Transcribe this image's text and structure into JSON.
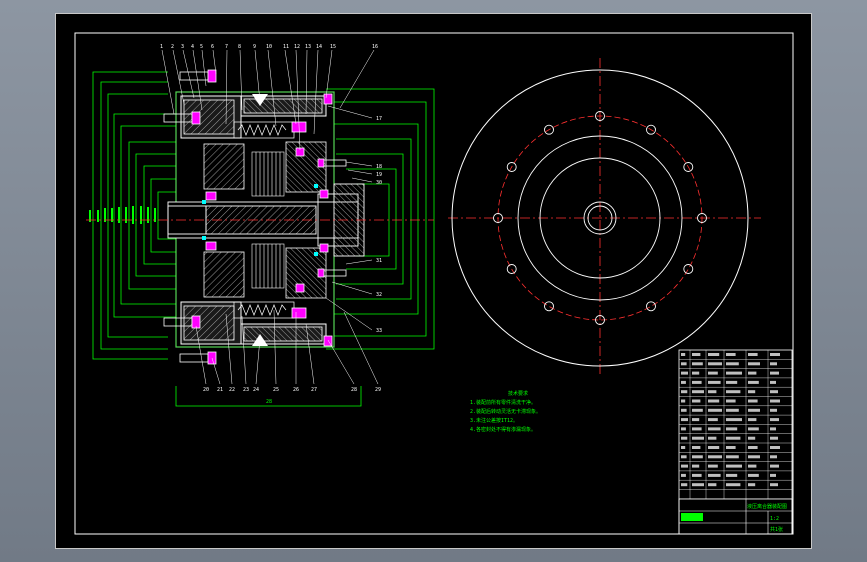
{
  "leader_labels_top": [
    "1",
    "2",
    "3",
    "4",
    "5",
    "6",
    "7",
    "8",
    "9",
    "10",
    "11",
    "12",
    "13",
    "14",
    "15",
    "16"
  ],
  "leader_labels_bottom": [
    "20",
    "21",
    "22",
    "23",
    "24",
    "25",
    "26",
    "27",
    "28",
    "29"
  ],
  "leader_labels_right": [
    "17",
    "18",
    "19",
    "30",
    "31",
    "32",
    "33"
  ],
  "dimension_overall": "28",
  "technical_requirements": {
    "heading": "技术要求",
    "lines": [
      "1.装配前所有零件清洗干净。",
      "2.装配后转动灵活无卡滞现象。",
      "3.未注公差按IT12。",
      "4.各密封处不得有渗漏现象。"
    ]
  },
  "title_block": {
    "drawing_title": "液压离合器装配图",
    "scale": "1:2",
    "sheet": "共1张"
  }
}
